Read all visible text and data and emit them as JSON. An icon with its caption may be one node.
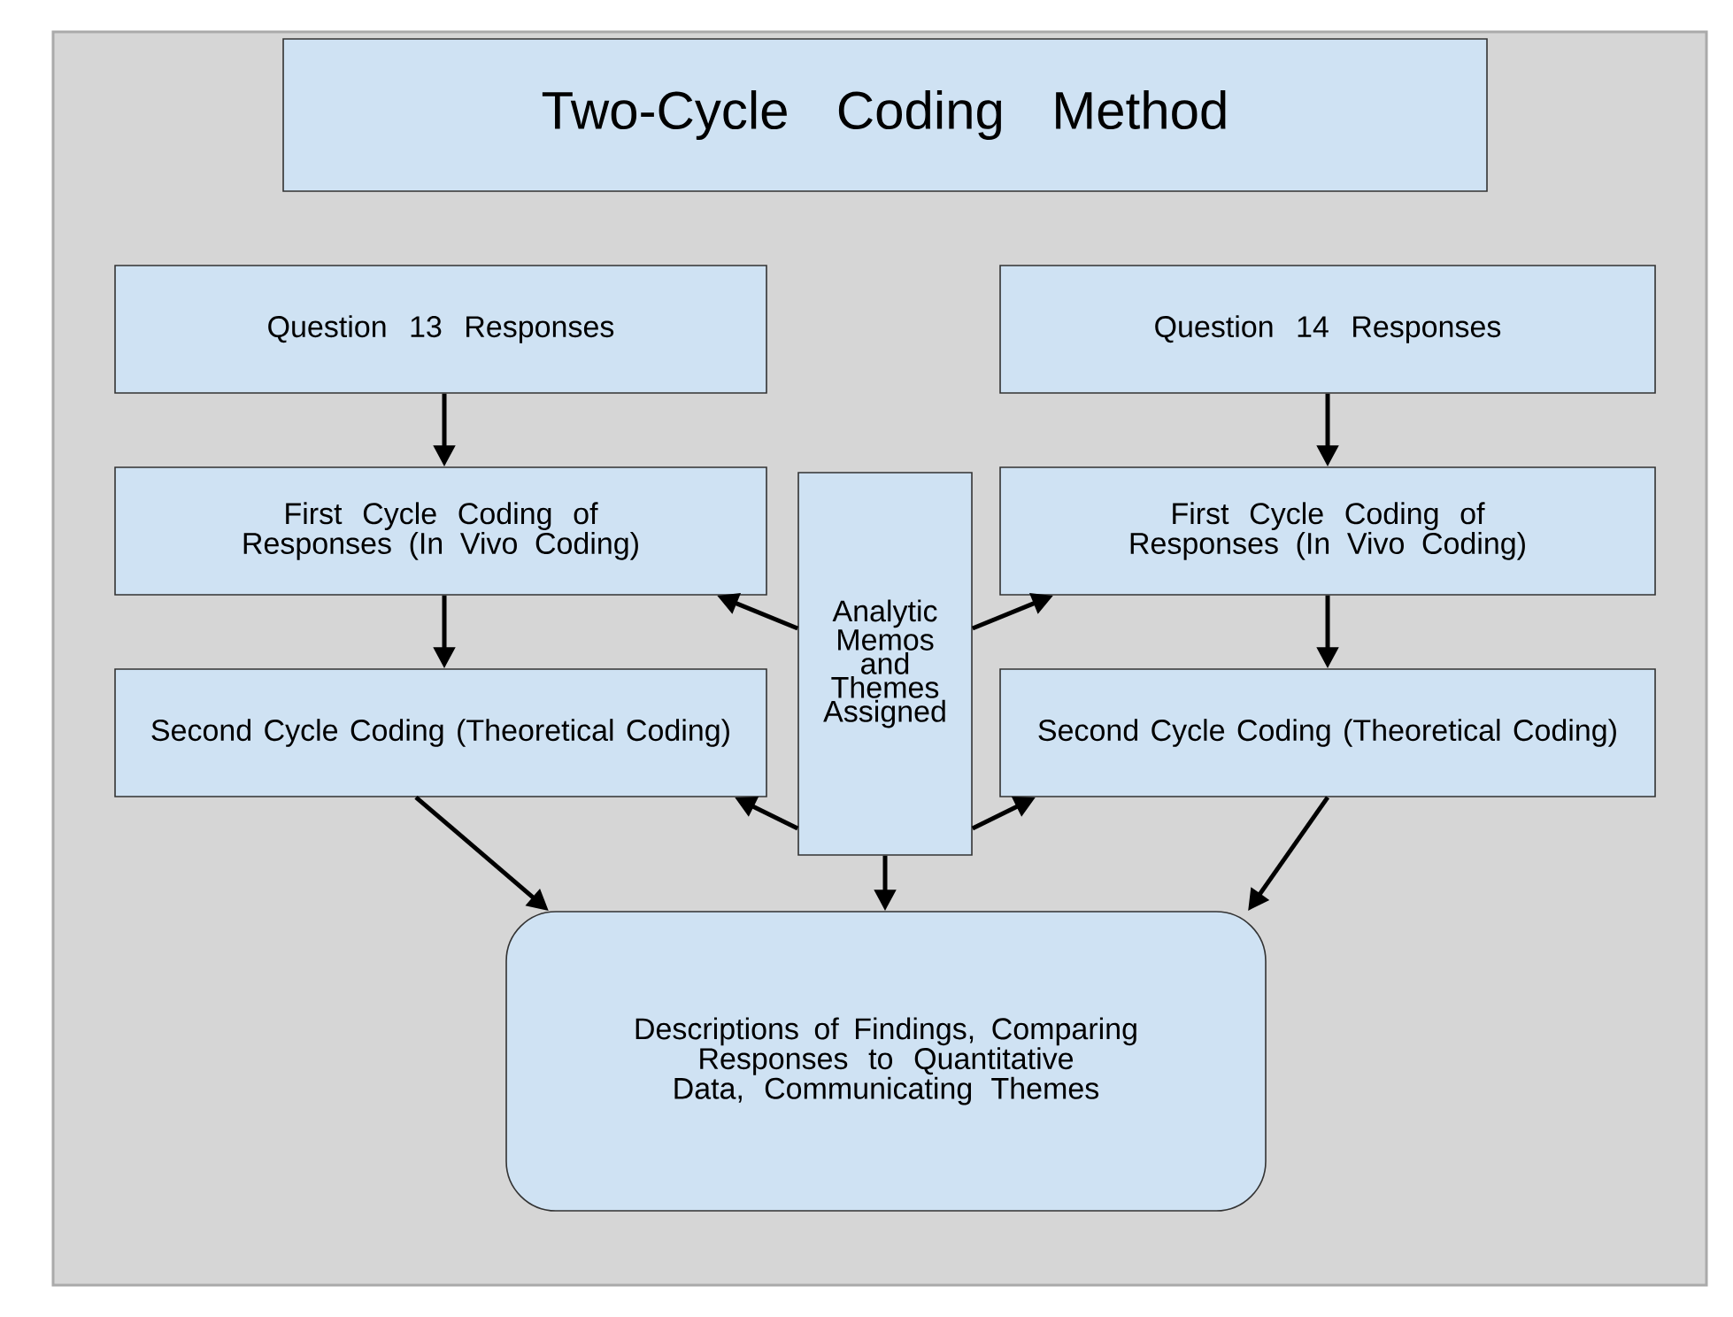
{
  "diagram": {
    "nodes": [
      {
        "text": [
          "Two-Cycle Coding Method"
        ]
      },
      {
        "text": [
          "Question 13 Responses"
        ]
      },
      {
        "text": [
          "Question 14 Responses"
        ]
      },
      {
        "text": [
          "First Cycle Coding of Responses (In Vivo Coding)"
        ]
      },
      {
        "text": [
          "Analytic Memos and Themes Assigned"
        ]
      },
      {
        "text": [
          "First Cycle Coding of Responses (In Vivo Coding)"
        ]
      },
      {
        "text": [
          "Second Cycle Coding (Theoretical Coding)"
        ]
      },
      {
        "text": [
          "Second Cycle Coding (Theoretical Coding)"
        ]
      },
      {
        "text": [
          "Descriptions of Findings, Comparing Responses to Quantitative Data, Communicating Themes"
        ]
      }
    ],
    "edges": [
      {
        "from": 1,
        "to": 3,
        "arrow": "to"
      },
      {
        "from": 3,
        "to": 6,
        "arrow": "to"
      },
      {
        "from": 2,
        "to": 5,
        "arrow": "to"
      },
      {
        "from": 5,
        "to": 7,
        "arrow": "to"
      },
      {
        "from": 4,
        "to": 3,
        "arrow": "to"
      },
      {
        "from": 4,
        "to": 5,
        "arrow": "to"
      },
      {
        "from": 4,
        "to": 6,
        "arrow": "to"
      },
      {
        "from": 4,
        "to": 7,
        "arrow": "to"
      },
      {
        "from": 4,
        "to": 8,
        "arrow": "to"
      },
      {
        "from": 6,
        "to": 8,
        "arrow": "to"
      },
      {
        "from": 7,
        "to": 8,
        "arrow": "to"
      }
    ]
  }
}
